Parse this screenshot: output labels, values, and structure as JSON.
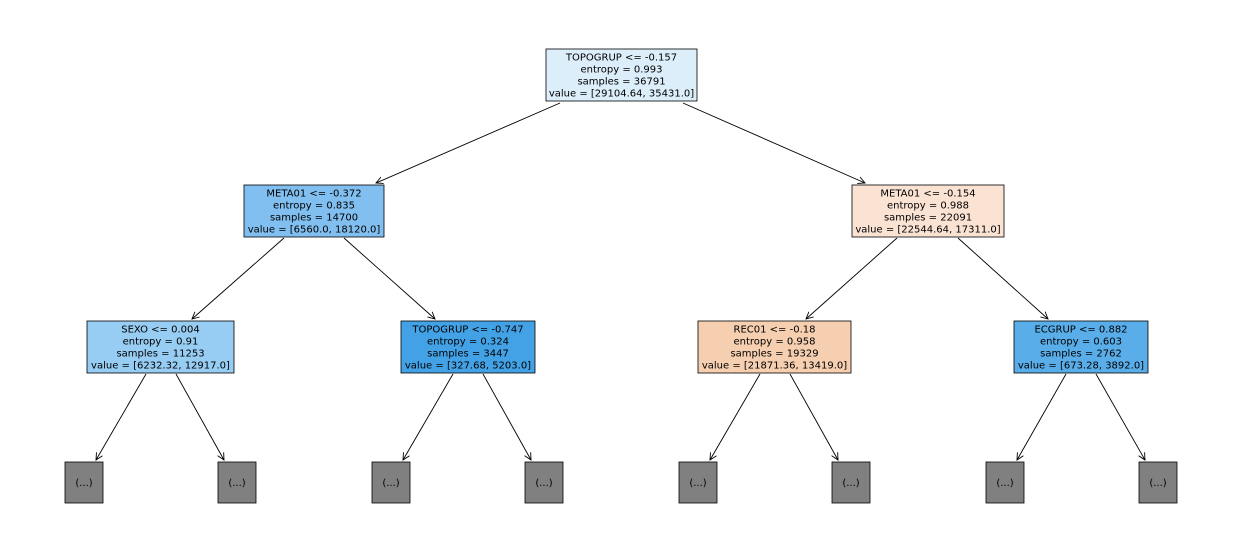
{
  "tree": {
    "colors": {
      "root": "#ddeefb",
      "left_split": "#81bff0",
      "right_split": "#fbe3d4",
      "ll": "#97ccf3",
      "lr": "#43a2e6",
      "rl": "#f6cfb0",
      "rr": "#59ade9",
      "truncated": "#808080"
    },
    "nodes": [
      {
        "id": "root",
        "lines": [
          "TOPOGRUP <= -0.157",
          "entropy = 0.993",
          "samples = 36791",
          "value = [29104.64, 35431.0]"
        ]
      },
      {
        "id": "left_split",
        "lines": [
          "META01 <= -0.372",
          "entropy = 0.835",
          "samples = 14700",
          "value = [6560.0, 18120.0]"
        ]
      },
      {
        "id": "right_split",
        "lines": [
          "META01 <= -0.154",
          "entropy = 0.988",
          "samples = 22091",
          "value = [22544.64, 17311.0]"
        ]
      },
      {
        "id": "ll",
        "lines": [
          "SEXO <= 0.004",
          "entropy = 0.91",
          "samples = 11253",
          "value = [6232.32, 12917.0]"
        ]
      },
      {
        "id": "lr",
        "lines": [
          "TOPOGRUP <= -0.747",
          "entropy = 0.324",
          "samples = 3447",
          "value = [327.68, 5203.0]"
        ]
      },
      {
        "id": "rl",
        "lines": [
          "REC01 <= -0.18",
          "entropy = 0.958",
          "samples = 19329",
          "value = [21871.36, 13419.0]"
        ]
      },
      {
        "id": "rr",
        "lines": [
          "ECGRUP <= 0.882",
          "entropy = 0.603",
          "samples = 2762",
          "value = [673.28, 3892.0]"
        ]
      }
    ],
    "truncated_label": "(...)"
  }
}
